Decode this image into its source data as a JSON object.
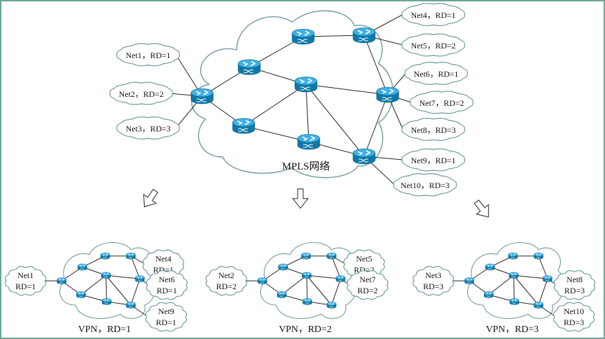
{
  "title": "MPLS VPN Route Distinguisher diagram",
  "colors": {
    "border": "#6aa594",
    "cloud_stroke": "#6f9a9e",
    "router_top": "#3fb0e6",
    "router_side": "#0d79a8",
    "line": "#222222"
  },
  "main_network": {
    "label": "MPLS网络",
    "routers": [
      "PE-left",
      "P1",
      "P2",
      "P3",
      "P4",
      "P5",
      "PE-top-right",
      "PE-right",
      "PE-bottom-right"
    ],
    "links": [
      [
        "PE-left",
        "P1"
      ],
      [
        "PE-left",
        "P2"
      ],
      [
        "P1",
        "P3"
      ],
      [
        "P1",
        "P4"
      ],
      [
        "P2",
        "P4"
      ],
      [
        "P2",
        "P5"
      ],
      [
        "P3",
        "PE-top-right"
      ],
      [
        "P4",
        "PE-right"
      ],
      [
        "P4",
        "P5"
      ],
      [
        "P4",
        "PE-bottom-right"
      ],
      [
        "P5",
        "PE-bottom-right"
      ],
      [
        "PE-top-right",
        "PE-right"
      ],
      [
        "PE-right",
        "PE-bottom-right"
      ]
    ],
    "sites": [
      {
        "label": "Net1，RD=1",
        "router": "PE-left"
      },
      {
        "label": "Net2，RD=2",
        "router": "PE-left"
      },
      {
        "label": "Net3，RD=3",
        "router": "PE-left"
      },
      {
        "label": "Net4，RD=1",
        "router": "PE-top-right"
      },
      {
        "label": "Net5，RD=2",
        "router": "PE-top-right"
      },
      {
        "label": "Net6，RD=1",
        "router": "PE-right"
      },
      {
        "label": "Net7，RD=2",
        "router": "PE-right"
      },
      {
        "label": "Net8，RD=3",
        "router": "PE-right"
      },
      {
        "label": "Net9，RD=1",
        "router": "PE-bottom-right"
      },
      {
        "label": "Net10，RD=3",
        "router": "PE-bottom-right"
      }
    ]
  },
  "arrows": [
    "arrow-down-left",
    "arrow-down",
    "arrow-down-right"
  ],
  "vpns": [
    {
      "caption": "VPN，RD=1",
      "left_site": {
        "name": "Net1",
        "rd": "RD=1"
      },
      "right_sites": [
        {
          "name": "Net4",
          "rd": "RD=1",
          "router": "PE-top-right"
        },
        {
          "name": "Net6",
          "rd": "RD=1",
          "router": "PE-right"
        },
        {
          "name": "Net9",
          "rd": "RD=1",
          "router": "PE-bottom-right"
        }
      ]
    },
    {
      "caption": "VPN，RD=2",
      "left_site": {
        "name": "Net2",
        "rd": "RD=2"
      },
      "right_sites": [
        {
          "name": "Net5",
          "rd": "RD=2",
          "router": "PE-top-right"
        },
        {
          "name": "Net7",
          "rd": "RD=2",
          "router": "PE-right"
        }
      ]
    },
    {
      "caption": "VPN，RD=3",
      "left_site": {
        "name": "Net3",
        "rd": "RD=3"
      },
      "right_sites": [
        {
          "name": "Net8",
          "rd": "RD=3",
          "router": "PE-right"
        },
        {
          "name": "Net10",
          "rd": "RD=3",
          "router": "PE-bottom-right"
        }
      ]
    }
  ]
}
